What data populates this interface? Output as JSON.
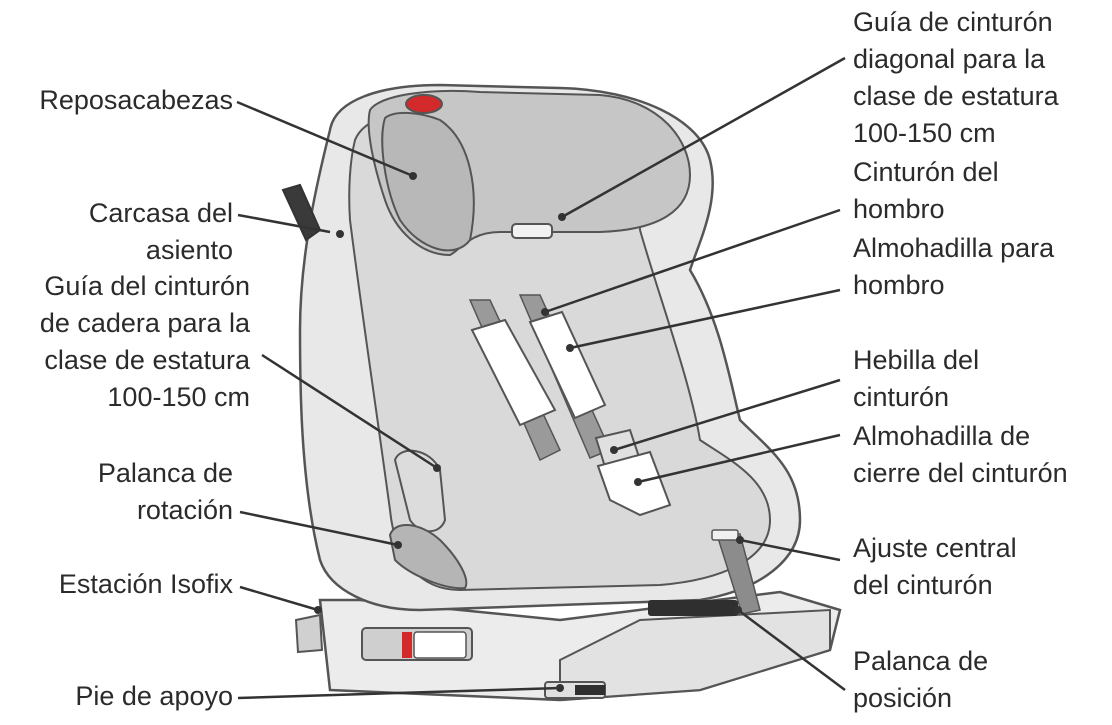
{
  "labels": {
    "reposacabezas": [
      "Reposacabezas"
    ],
    "carcasa": [
      "Carcasa del",
      "asiento"
    ],
    "guia_cadera": [
      "Guía del cinturón",
      "de cadera para la",
      "clase de estatura",
      "100-150 cm"
    ],
    "palanca_rotacion": [
      "Palanca de",
      "rotación"
    ],
    "estacion_isofix": [
      "Estación Isofix"
    ],
    "pie_apoyo": [
      "Pie de apoyo"
    ],
    "guia_diagonal": [
      "Guía de cinturón",
      "diagonal para la",
      "clase de estatura",
      "100-150 cm"
    ],
    "cinturon_hombro": [
      "Cinturón del",
      "hombro"
    ],
    "almohadilla_hombro": [
      "Almohadilla para",
      "hombro"
    ],
    "hebilla": [
      "Hebilla del",
      "cinturón"
    ],
    "almohadilla_cierre": [
      "Almohadilla de",
      "cierre del cinturón"
    ],
    "ajuste_central": [
      "Ajuste central",
      "del cinturón"
    ],
    "palanca_posicion": [
      "Palanca de",
      "posición"
    ]
  },
  "colors": {
    "text": "#2b2b2b",
    "outline": "#555555",
    "shell": "#e6e6e6",
    "cushion": "#d6d6d6",
    "headrest": "#c2c2c2",
    "accent": "#d22a2a",
    "dark": "#3a3a3a"
  }
}
